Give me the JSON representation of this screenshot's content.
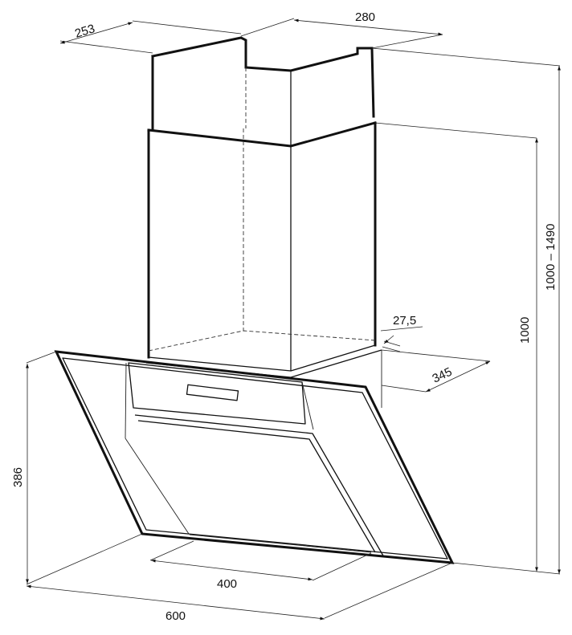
{
  "dimensions": {
    "chimney_depth": "253",
    "chimney_width": "280",
    "height_range": "1000 – 1490",
    "height_min": "1000",
    "offset": "27,5",
    "hood_depth": "345",
    "hood_height": "386",
    "inner_width": "400",
    "hood_width": "600"
  }
}
